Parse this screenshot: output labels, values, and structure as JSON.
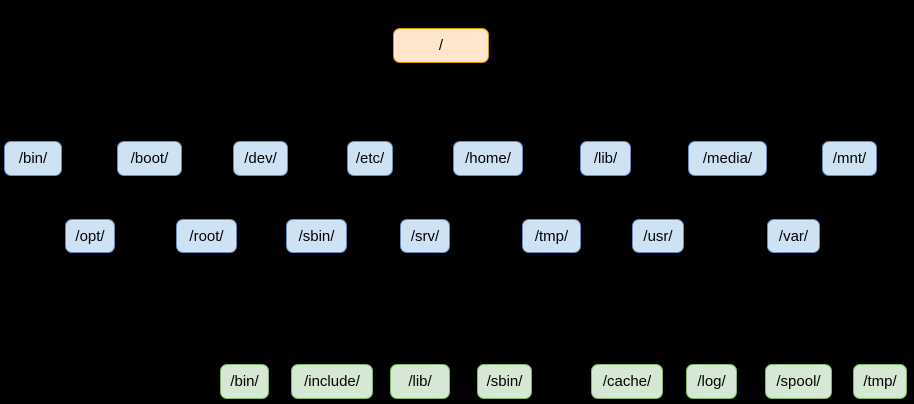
{
  "diagram": {
    "type": "tree",
    "nodes": {
      "root": "/",
      "level1": [
        "/bin/",
        "/boot/",
        "/dev/",
        "/etc/",
        "/home/",
        "/lib/",
        "/media/",
        "/mnt/"
      ],
      "level2": [
        "/opt/",
        "/root/",
        "/sbin/",
        "/srv/",
        "/tmp/",
        "/usr/",
        "/var/"
      ],
      "level3": [
        "/bin/",
        "/include/",
        "/lib/",
        "/sbin/",
        "/cache/",
        "/log/",
        "/spool/",
        "/tmp/"
      ]
    },
    "colors": {
      "background": "#000000",
      "text": "#000000",
      "root_fill": "#FFE6CC",
      "root_stroke": "#D79B00",
      "level1_fill": "#CFE2F3",
      "level1_stroke": "#6C8EBF",
      "level3_fill": "#D5E8D4",
      "level3_stroke": "#82B366"
    }
  }
}
